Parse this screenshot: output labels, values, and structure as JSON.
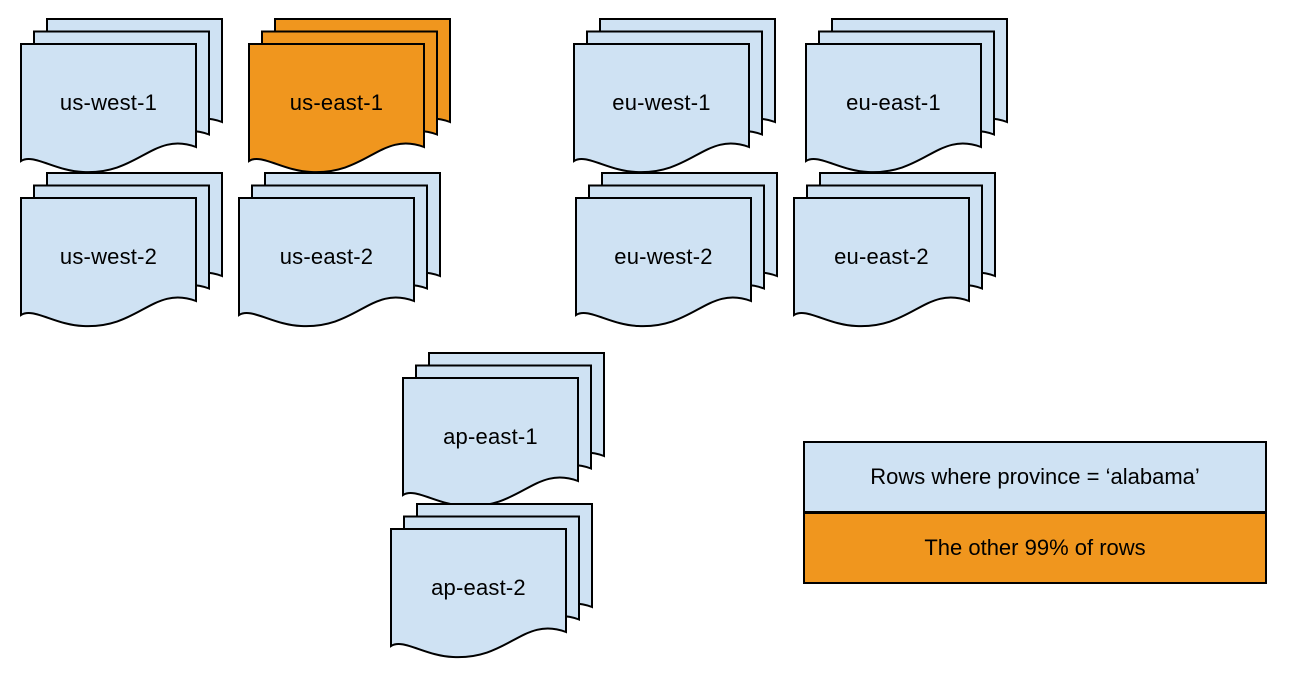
{
  "colors": {
    "background": "#ffffff",
    "page_fill": "#cfe2f3",
    "highlight_fill": "#f0961e",
    "stroke": "#000000",
    "text": "#000000"
  },
  "stacks": [
    {
      "label": "us-west-1",
      "highlighted": false
    },
    {
      "label": "us-east-1",
      "highlighted": true
    },
    {
      "label": "eu-west-1",
      "highlighted": false
    },
    {
      "label": "eu-east-1",
      "highlighted": false
    },
    {
      "label": "us-west-2",
      "highlighted": false
    },
    {
      "label": "us-east-2",
      "highlighted": false
    },
    {
      "label": "eu-west-2",
      "highlighted": false
    },
    {
      "label": "eu-east-2",
      "highlighted": false
    },
    {
      "label": "ap-east-1",
      "highlighted": false
    },
    {
      "label": "ap-east-2",
      "highlighted": false
    }
  ],
  "legend": {
    "items": [
      {
        "label": "Rows where province = ‘alabama’",
        "style": "plain"
      },
      {
        "label": "The other 99% of rows",
        "style": "highlight"
      }
    ]
  }
}
